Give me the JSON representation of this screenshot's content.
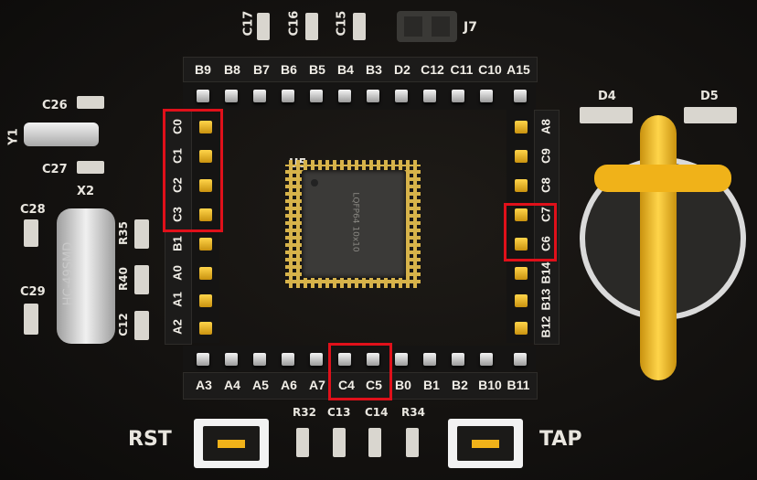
{
  "top_labels": [
    "B9",
    "B8",
    "B7",
    "B6",
    "B5",
    "B4",
    "B3",
    "D2",
    "C12",
    "C11",
    "C10",
    "A15"
  ],
  "bottom_labels": [
    "A3",
    "A4",
    "A5",
    "A6",
    "A7",
    "C4",
    "C5",
    "B0",
    "B1",
    "B2",
    "B10",
    "B11"
  ],
  "left_labels": [
    "C0",
    "C1",
    "C2",
    "C3",
    "B1",
    "A0",
    "A1",
    "A2"
  ],
  "right_labels": [
    "A8",
    "C9",
    "C8",
    "C7",
    "C6",
    "B14",
    "B13",
    "B12"
  ],
  "components": {
    "c17": "C17",
    "c16": "C16",
    "c15": "C15",
    "j7": "J7",
    "c26": "C26",
    "c27": "C27",
    "y1": "Y1",
    "x2": "X2",
    "c28": "C28",
    "c29": "C29",
    "r35": "R35",
    "r40": "R40",
    "c12": "C12",
    "crystal_text": "HC-49SMD",
    "u5": "U5",
    "chip_text": "LQFP64 10x10",
    "d4": "D4",
    "d5": "D5",
    "r32": "R32",
    "c13": "C13",
    "c14": "C14",
    "r34": "R34",
    "rst": "RST",
    "tap": "TAP"
  },
  "highlight_color": "#e0101a",
  "gold_color": "#f0b219"
}
